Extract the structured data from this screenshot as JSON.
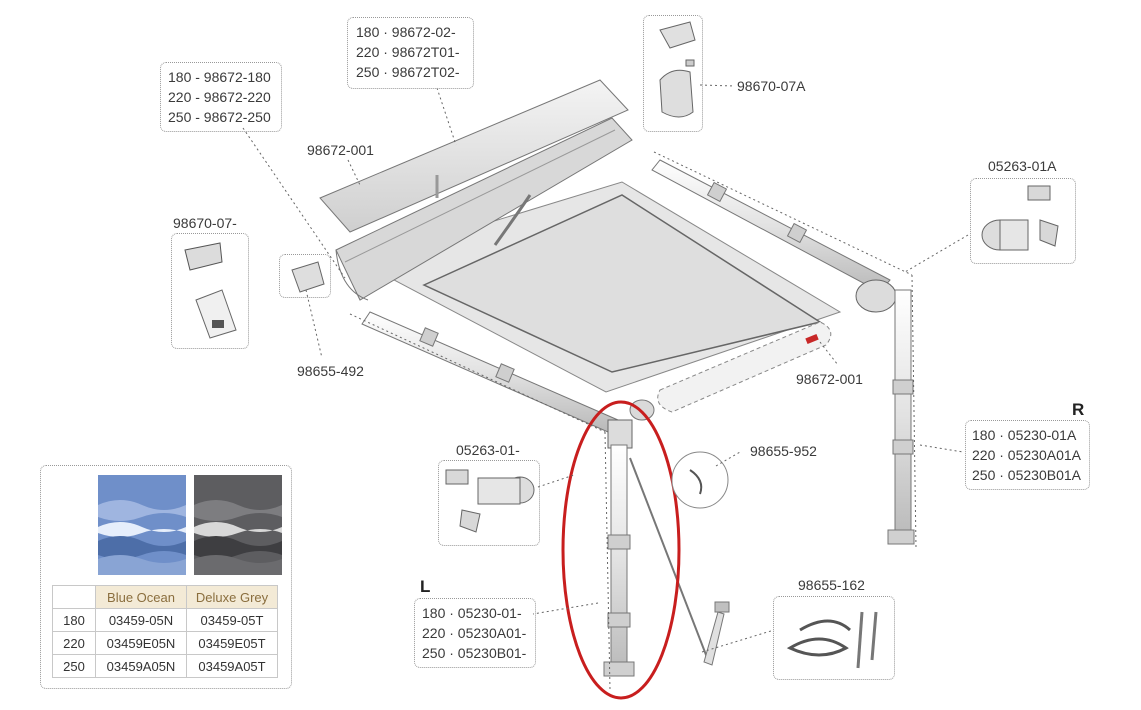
{
  "labels": {
    "top_center": [
      "180 · 98672-02-",
      "220 · 98672T01-",
      "250 · 98672T02-"
    ],
    "top_left": [
      "180 - 98672-180",
      "220 - 98672-220",
      "250 - 98672-250"
    ],
    "part_98670_07A": "98670-07A",
    "part_98672_001_top": "98672-001",
    "part_05263_01A": "05263-01A",
    "part_98670_07": "98670-07-",
    "part_98655_492": "98655-492",
    "part_98672_001_right": "98672-001",
    "side_right": "R",
    "right_leg": [
      "180 · 05230-01A",
      "220 · 05230A01A",
      "250 · 05230B01A"
    ],
    "part_05263_01": "05263-01-",
    "part_98655_952": "98655-952",
    "side_left": "L",
    "left_leg": [
      "180 · 05230-01-",
      "220 · 05230A01-",
      "250 · 05230B01-"
    ],
    "part_98655_162": "98655-162"
  },
  "colors_table": {
    "headers": [
      "",
      "Blue Ocean",
      "Deluxe Grey"
    ],
    "rows": [
      [
        "180",
        "03459-05N",
        "03459-05T"
      ],
      [
        "220",
        "03459E05N",
        "03459E05T"
      ],
      [
        "250",
        "03459A05N",
        "03459A05T"
      ]
    ]
  },
  "colors": {
    "blue_ocean": "#6f8fc9",
    "deluxe_grey": "#5d5d60",
    "highlight_ring": "#c81e1e",
    "line": "#555555"
  }
}
